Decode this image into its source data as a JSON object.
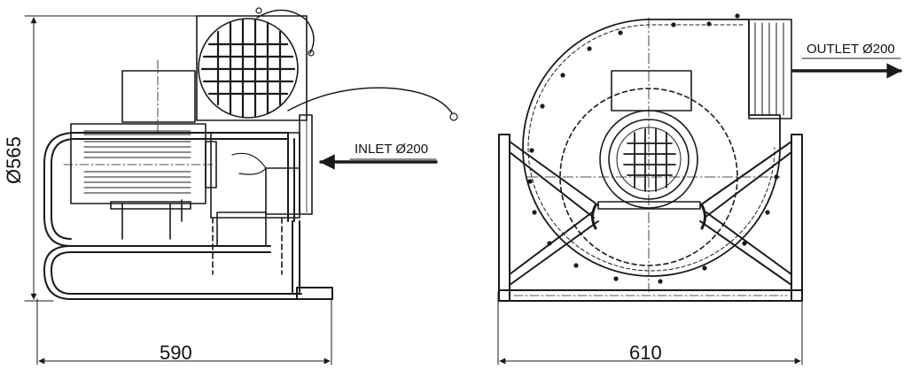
{
  "drawing": {
    "side_view": {
      "height_dim": "Ø565",
      "width_dim": "590",
      "inlet_label": "INLET Ø200"
    },
    "front_view": {
      "width_dim": "610",
      "outlet_label": "OUTLET Ø200"
    }
  },
  "colors": {
    "line": "#1a1a1a",
    "background": "#ffffff"
  }
}
